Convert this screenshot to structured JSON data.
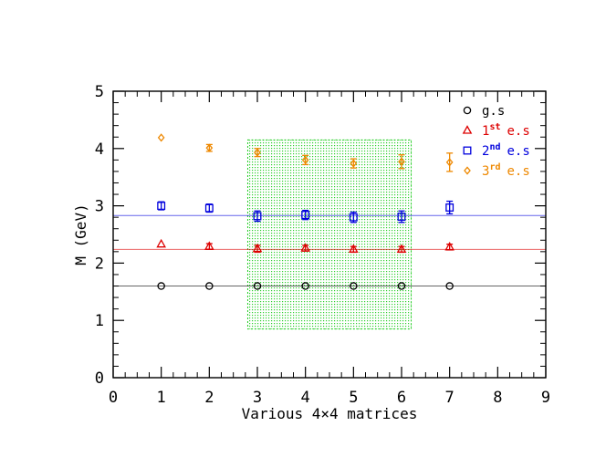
{
  "chart_data": {
    "type": "scatter",
    "title": "",
    "xlabel": "Various 4×4 matrices",
    "ylabel": "M (GeV)",
    "xlim": [
      0,
      9
    ],
    "ylim": [
      0,
      5
    ],
    "xticks": [
      "0",
      "1",
      "2",
      "3",
      "4",
      "5",
      "6",
      "7",
      "8",
      "9"
    ],
    "yticks": [
      "0",
      "1",
      "2",
      "3",
      "4",
      "5"
    ],
    "grid": false,
    "legend_position": "top-right",
    "shaded_region": {
      "x": [
        2.8,
        6.2
      ],
      "y": [
        0.85,
        4.15
      ],
      "color": "#22cc22"
    },
    "series": [
      {
        "name": "g.s",
        "legend_base": "g.s",
        "legend_sup": "",
        "legend_tail": "",
        "marker": "circle",
        "color": "#000000",
        "x": [
          1,
          2,
          3,
          4,
          5,
          6,
          7
        ],
        "y": [
          1.6,
          1.6,
          1.6,
          1.6,
          1.6,
          1.6,
          1.6
        ],
        "err": [
          0,
          0,
          0,
          0,
          0,
          0,
          0
        ],
        "fit": 1.6
      },
      {
        "name": "1st e.s",
        "legend_base": "1",
        "legend_sup": "st",
        "legend_tail": "e.s",
        "marker": "triangle",
        "color": "#dd0000",
        "x": [
          1,
          2,
          3,
          4,
          5,
          6,
          7
        ],
        "y": [
          2.33,
          2.29,
          2.25,
          2.26,
          2.24,
          2.24,
          2.28
        ],
        "err": [
          0,
          0.05,
          0.06,
          0.05,
          0.05,
          0.05,
          0.05
        ],
        "fit": 2.24
      },
      {
        "name": "2nd e.s",
        "legend_base": "2",
        "legend_sup": "nd",
        "legend_tail": "e.s",
        "marker": "square",
        "color": "#0000dd",
        "x": [
          1,
          2,
          3,
          4,
          5,
          6,
          7
        ],
        "y": [
          3.0,
          2.96,
          2.82,
          2.84,
          2.8,
          2.81,
          2.97
        ],
        "err": [
          0.07,
          0.07,
          0.09,
          0.08,
          0.09,
          0.1,
          0.11
        ],
        "fit": 2.83
      },
      {
        "name": "3rd e.s",
        "legend_base": "3",
        "legend_sup": "rd",
        "legend_tail": "e.s",
        "marker": "diamond",
        "color": "#ee8800",
        "x": [
          1,
          2,
          3,
          4,
          5,
          6,
          7
        ],
        "y": [
          4.19,
          4.01,
          3.93,
          3.8,
          3.74,
          3.77,
          3.76
        ],
        "err": [
          0,
          0.06,
          0.07,
          0.08,
          0.08,
          0.12,
          0.16
        ],
        "fit": null
      }
    ]
  }
}
